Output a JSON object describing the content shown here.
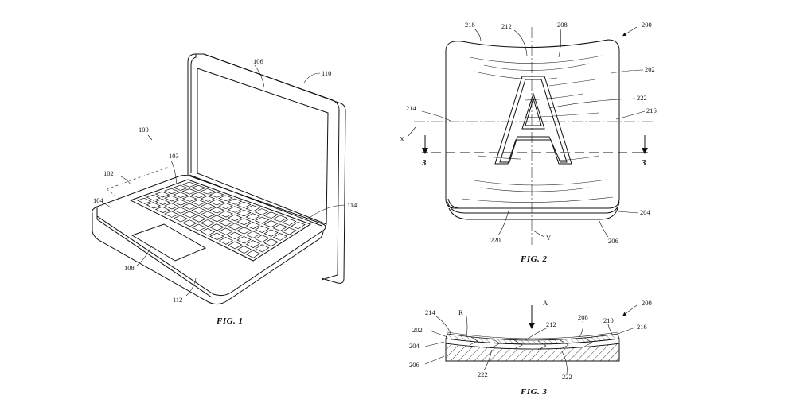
{
  "fig1": {
    "caption": "FIG. 1",
    "refs": {
      "r100": "100",
      "r102": "102",
      "r103": "103",
      "r104": "104",
      "r106": "106",
      "r108": "108",
      "r110": "110",
      "r112": "112",
      "r114": "114"
    }
  },
  "fig2": {
    "caption": "FIG. 2",
    "key_letter": "A",
    "axis_x": "X",
    "axis_y": "Y",
    "section_left": "3",
    "section_right": "3",
    "refs": {
      "r200": "200",
      "r202": "202",
      "r204": "204",
      "r206": "206",
      "r208": "208",
      "r212": "212",
      "r214": "214",
      "r216": "216",
      "r218": "218",
      "r220": "220",
      "r222": "222"
    }
  },
  "fig3": {
    "caption": "FIG. 3",
    "arrow_label": "A",
    "radius_label": "R",
    "refs": {
      "r200": "200",
      "r202": "202",
      "r204": "204",
      "r206": "206",
      "r208": "208",
      "r210": "210",
      "r212": "212",
      "r214": "214",
      "r216": "216",
      "r222a": "222",
      "r222b": "222"
    }
  }
}
